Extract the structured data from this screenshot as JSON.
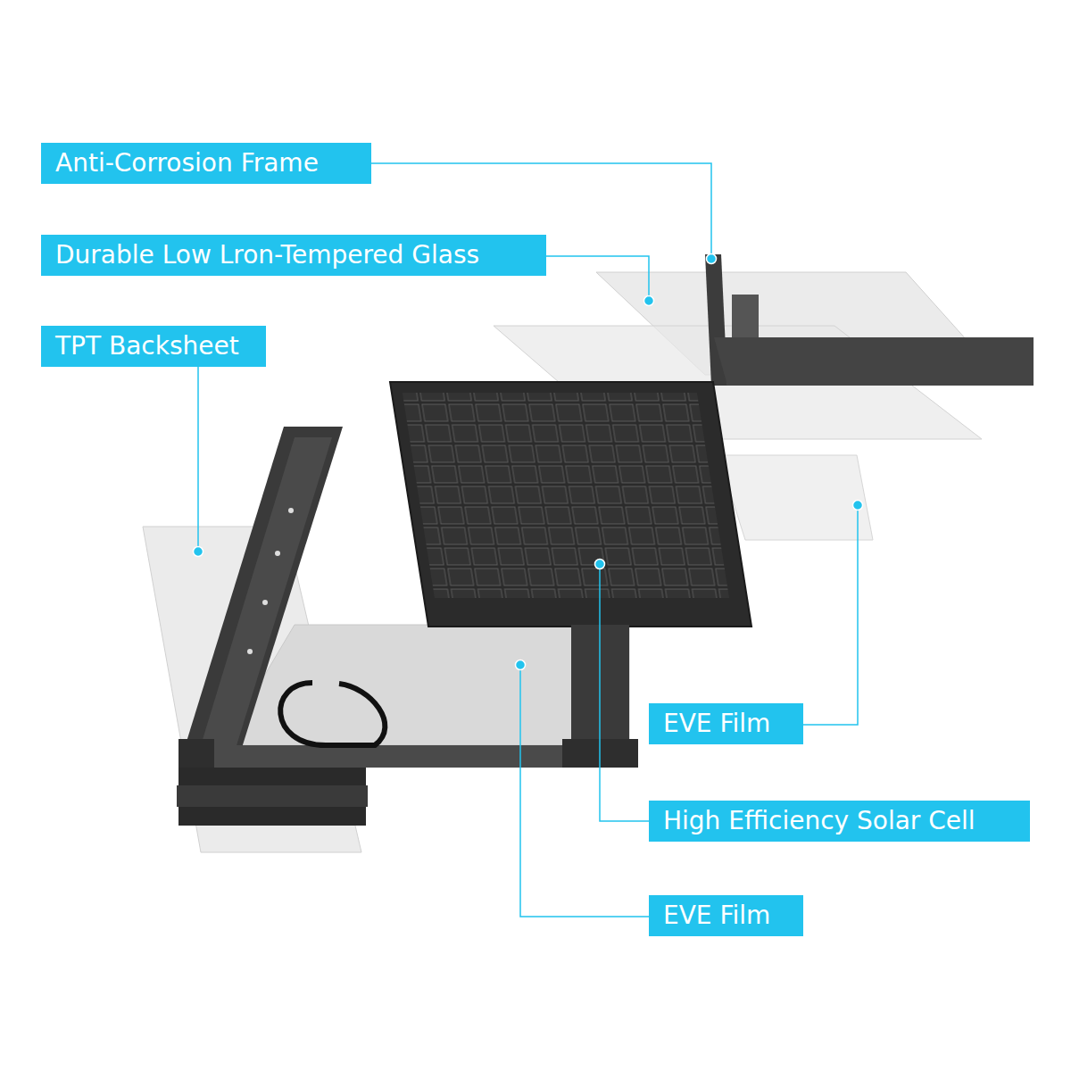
{
  "diagram": {
    "nodes": [
      {
        "text": [
          "Anti-Corrosion Frame"
        ]
      },
      {
        "text": [
          "Durable Low Lron-Tempered Glass"
        ]
      },
      {
        "text": [
          "TPT Backsheet"
        ]
      },
      {
        "text": [
          "EVE Film"
        ]
      },
      {
        "text": [
          "High Efficiency Solar Cell"
        ]
      },
      {
        "text": [
          "EVE Film"
        ]
      }
    ]
  }
}
